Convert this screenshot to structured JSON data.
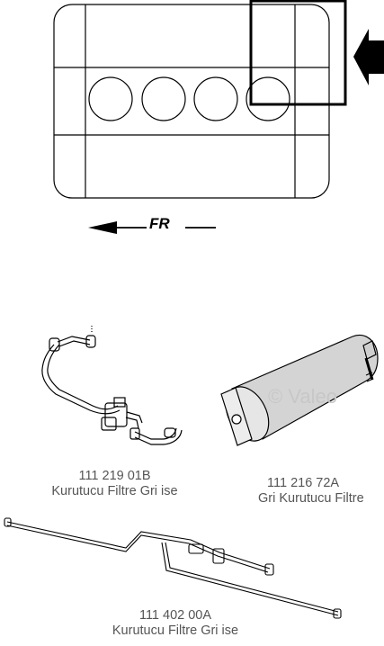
{
  "engine_diagram": {
    "direction_label": "FR"
  },
  "watermark": {
    "text": "© Valeo"
  },
  "parts": [
    {
      "part_number": "111 219 01B",
      "description": "Kurutucu Filtre Gri ise"
    },
    {
      "part_number": "111 216 72A",
      "description": "Gri Kurutucu Filtre"
    },
    {
      "part_number": "111 402 00A",
      "description": "Kurutucu Filtre Gri ise"
    }
  ],
  "colors": {
    "line": "#000000",
    "caption_text": "#555555",
    "watermark": "#c7c7c7",
    "drier_body": "#d4d4d4"
  },
  "icons": [
    "arrow-left-icon"
  ]
}
